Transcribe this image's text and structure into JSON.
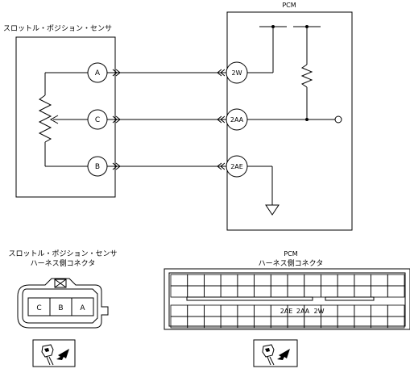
{
  "sensor": {
    "title": "スロットル・ポジション・センサ",
    "pins": {
      "a": "A",
      "c": "C",
      "b": "B"
    }
  },
  "pcm": {
    "title": "PCM",
    "terminals": {
      "t2w": "2W",
      "t2aa": "2AA",
      "t2ae": "2AE"
    }
  },
  "connectors": {
    "sensor_harness": {
      "title_line1": "スロットル・ポジション・センサ",
      "title_line2": "ハーネス側コネクタ",
      "pins": [
        "C",
        "B",
        "A"
      ]
    },
    "pcm_harness": {
      "title_line1": "PCM",
      "title_line2": "ハーネス側コネクタ",
      "pins": [
        "2AE",
        "2AA",
        "2W"
      ]
    }
  }
}
